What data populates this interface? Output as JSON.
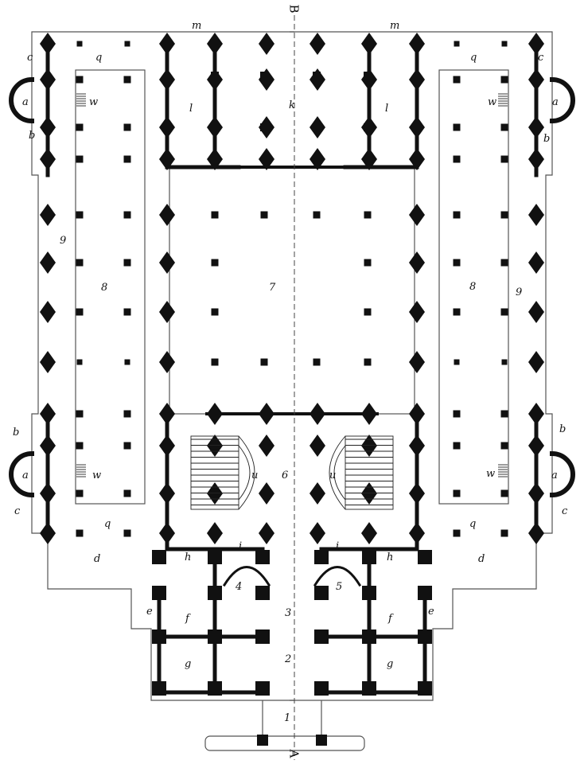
{
  "axis": {
    "top": "B",
    "bottom": "A"
  },
  "labels": {
    "a": "a",
    "b": "b",
    "c": "c",
    "d": "d",
    "e": "e",
    "f": "f",
    "g": "g",
    "h": "h",
    "i": "i",
    "k": "k",
    "l": "l",
    "m": "m",
    "q": "q",
    "u": "u",
    "w": "w",
    "n1": "1",
    "n2": "2",
    "n3": "3",
    "n4": "4",
    "n5": "5",
    "n6": "6",
    "n7": "7",
    "n8": "8",
    "n9": "9"
  },
  "colors": {
    "ink": "#111111",
    "line": "#555555",
    "paper": "#ffffff"
  }
}
